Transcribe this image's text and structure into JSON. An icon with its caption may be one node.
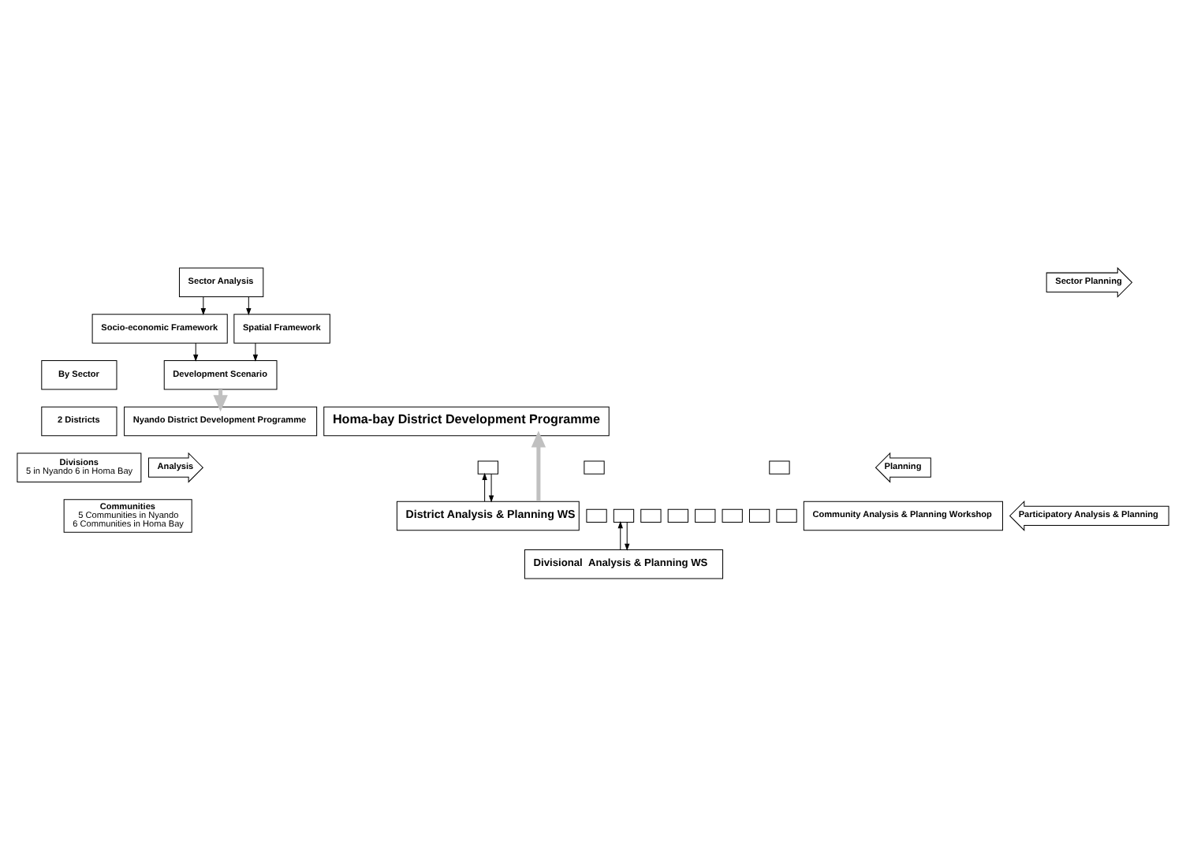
{
  "diagram": {
    "nodes": [
      {
        "text": [
          "By Sector"
        ]
      },
      {
        "text": [
          "2 Districts"
        ]
      },
      {
        "text": [
          "Divisions",
          "5 in Nyando 6 in Homa Bay"
        ]
      },
      {
        "text": [
          "Communities",
          "5 Communities in Nyando",
          "6 Communities in Homa Bay"
        ]
      },
      {
        "text": [
          "Sector Analysis"
        ]
      },
      {
        "text": [
          "Socio-economic Framework"
        ]
      },
      {
        "text": [
          "Spatial Framework"
        ]
      },
      {
        "text": [
          "Development Scenario"
        ]
      },
      {
        "text": [
          "Nyando District Development Programme"
        ]
      },
      {
        "text": [
          "Homa-bay District Development Programme"
        ]
      },
      {
        "text": [],
        "shape": "box"
      },
      {
        "text": [
          "District Analysis & Planning WS"
        ]
      },
      {
        "text": [],
        "shape": "box"
      },
      {
        "text": [],
        "shape": "box"
      },
      {
        "text": [],
        "shape": "box"
      },
      {
        "text": [
          "Divisional  Analysis & Planning WS"
        ]
      },
      {
        "text": [],
        "shape": "box"
      },
      {
        "text": [],
        "shape": "box"
      },
      {
        "text": [],
        "shape": "box"
      },
      {
        "text": [],
        "shape": "box"
      },
      {
        "text": [],
        "shape": "box"
      },
      {
        "text": [],
        "shape": "box"
      },
      {
        "text": [],
        "shape": "box"
      },
      {
        "text": [
          "Community Analysis & Planning Workshop"
        ]
      },
      {
        "text": [
          "Analysis"
        ]
      },
      {
        "text": [
          "Planning"
        ]
      },
      {
        "text": [
          "Sector Planning"
        ]
      },
      {
        "text": [
          "Participatory Analysis & Planning"
        ]
      }
    ],
    "edges": [
      {
        "from": 4,
        "to": 5,
        "arrow": "to"
      },
      {
        "from": 4,
        "to": 6,
        "arrow": "to"
      },
      {
        "from": 5,
        "to": 7,
        "arrow": "to"
      },
      {
        "from": 6,
        "to": 7,
        "arrow": "to"
      },
      {
        "from": 7,
        "to": 8,
        "arrow": "to",
        "style": "thick",
        "color": "#c0c0c0"
      },
      {
        "from": 11,
        "to": 9,
        "arrow": "to",
        "style": "thick",
        "color": "#c0c0c0"
      },
      {
        "from": 11,
        "to": 12,
        "arrow": "to"
      },
      {
        "from": 12,
        "to": 11,
        "arrow": "to"
      },
      {
        "from": 15,
        "to": 16,
        "arrow": "to"
      },
      {
        "from": 16,
        "to": 15,
        "arrow": "to"
      }
    ]
  }
}
